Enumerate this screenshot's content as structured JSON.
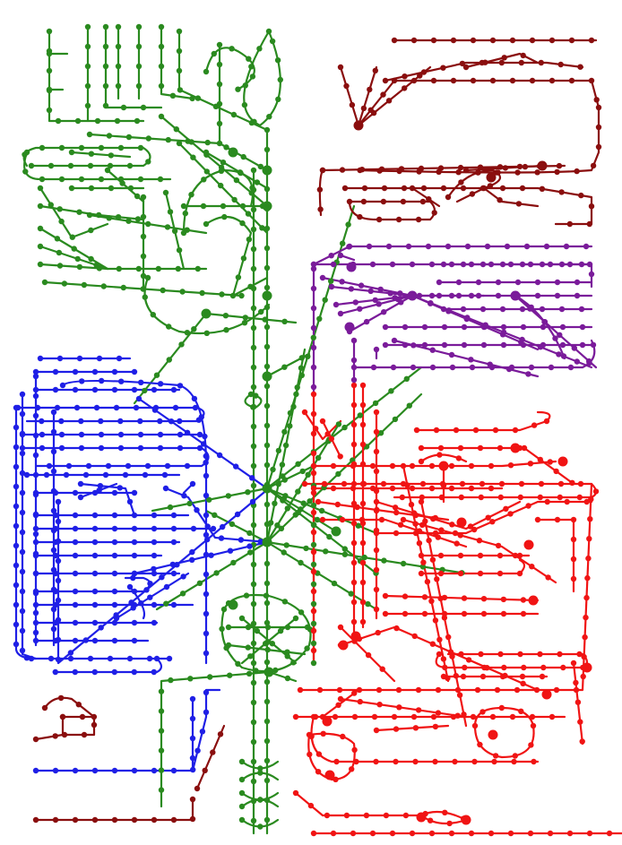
{
  "diagram": {
    "palette": {
      "carbohydrate": "#2a8a1f",
      "lipid": "#1f1fe6",
      "amino_acid": "#f01414",
      "nucleotide": "#7a1b9a",
      "cofactor": "#8a0e0e"
    },
    "modules": [
      {
        "id": "carbohydrate",
        "color_key": "carbohydrate",
        "label": ""
      },
      {
        "id": "lipid",
        "color_key": "lipid",
        "label": ""
      },
      {
        "id": "amino_acid",
        "color_key": "amino_acid",
        "label": ""
      },
      {
        "id": "nucleotide",
        "color_key": "nucleotide",
        "label": ""
      },
      {
        "id": "cofactor",
        "color_key": "cofactor",
        "label": ""
      }
    ]
  }
}
